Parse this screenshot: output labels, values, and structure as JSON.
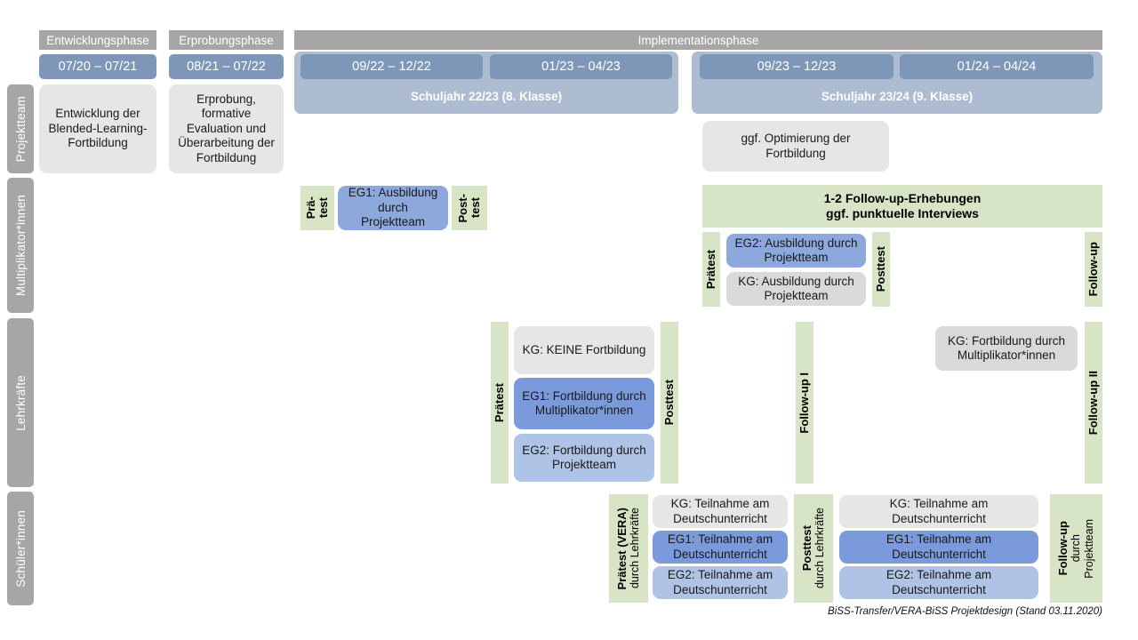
{
  "diagram": {
    "footer_note": "BiSS-Transfer/VERA-BiSS Projektdesign (Stand 03.11.2020)"
  },
  "colors": {
    "phase_bar": "#a6a6a6",
    "date_chip": "#7e97b8",
    "year_band": "#aebcd2",
    "lane_label": "#a6a6a6",
    "measure_green": "#d7e5c6",
    "kg_grey": "#e6e6e6",
    "eg1_blue": "#7b9adb",
    "eg2_blue": "#aec3e6",
    "mult_blue": "#8ca8dc"
  },
  "phases": [
    {
      "label": "Entwicklungsphase"
    },
    {
      "label": "Erprobungsphase"
    },
    {
      "label": "Implementationsphase"
    }
  ],
  "date_chips": [
    {
      "label": "07/20 – 07/21"
    },
    {
      "label": "08/21 – 07/22"
    },
    {
      "label": "09/22 – 12/22"
    },
    {
      "label": "01/23 – 04/23"
    },
    {
      "label": "09/23 – 12/23"
    },
    {
      "label": "01/24 – 04/24"
    }
  ],
  "school_years": [
    {
      "label": "Schuljahr 22/23 (8. Klasse)"
    },
    {
      "label": "Schuljahr 23/24 (9. Klasse)"
    }
  ],
  "lanes": [
    {
      "label": "Projektteam"
    },
    {
      "label": "Multiplikator*innen"
    },
    {
      "label": "Lehrkräfte"
    },
    {
      "label": "Schüler*innen"
    }
  ],
  "projektteam": {
    "entwicklung": "Entwicklung der Blended-Learning-Fortbildung",
    "erprobung": "Erprobung, formative Evaluation und Überarbeitung der Fortbildung",
    "optimierung": "ggf. Optimierung der Fortbildung"
  },
  "multiplikatoren": {
    "praetest_1_line1": "Prä-",
    "praetest_1_line2": "test",
    "eg1_box": "EG1: Ausbildung durch Projektteam",
    "posttest_1_line1": "Post-",
    "posttest_1_line2": "test",
    "followup_banner_line1": "1-2 Follow-up-Erhebungen",
    "followup_banner_line2": "ggf. punktuelle Interviews",
    "praetest_2": "Prätest",
    "eg2_box": "EG2: Ausbildung durch Projektteam",
    "kg_box": "KG: Ausbildung durch Projektteam",
    "posttest_2": "Posttest",
    "followup": "Follow-up"
  },
  "lehrkraefte": {
    "praetest": "Prätest",
    "kg_box": "KG:  KEINE Fortbildung",
    "eg1_box": "EG1: Fortbildung durch Multiplikator*innen",
    "eg2_box": "EG2: Fortbildung durch Projektteam",
    "posttest": "Posttest",
    "followup_1": "Follow-up I",
    "kg_box_2": "KG: Fortbildung durch Multiplikator*innen",
    "followup_2": "Follow-up II"
  },
  "schuelerinnen": {
    "praetest_main": "Prätest (VERA)",
    "praetest_sub": "durch Lehrkräfte",
    "kg_box_1": "KG: Teilnahme am Deutschunterricht",
    "eg1_box_1": "EG1: Teilnahme am Deutschunterricht",
    "eg2_box_1": "EG2: Teilnahme am Deutschunterricht",
    "posttest_main": "Posttest",
    "posttest_sub": "durch Lehrkräfte",
    "kg_box_2": "KG: Teilnahme am Deutschunterricht",
    "eg1_box_2": "EG1: Teilnahme am Deutschunterricht",
    "eg2_box_2": "EG2: Teilnahme am Deutschunterricht",
    "followup_main": "Follow-up",
    "followup_sub_line1": "durch",
    "followup_sub_line2": "Projektteam"
  }
}
